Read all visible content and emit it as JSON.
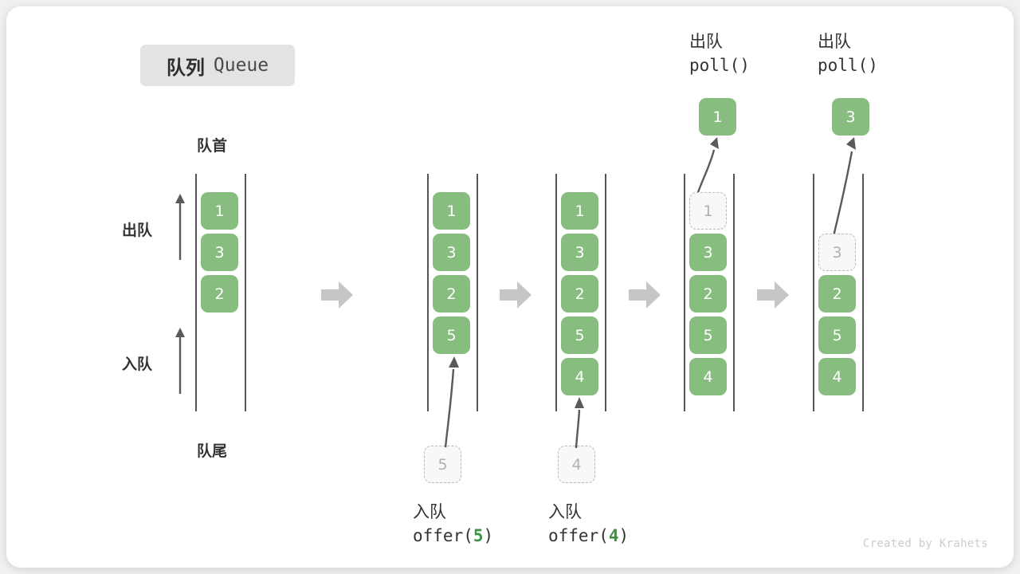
{
  "title": {
    "cn": "队列",
    "en": "Queue"
  },
  "labels": {
    "head": "队首",
    "tail": "队尾",
    "dequeue": "出队",
    "enqueue": "入队",
    "watermark": "Created by Krahets"
  },
  "colors": {
    "item_fill": "#87bd7f",
    "item_text": "#ffffff",
    "ghost_fill": "#f8f8f8",
    "ghost_border": "#b9b9b9",
    "ghost_text": "#b0b0b0",
    "rail": "#555555",
    "step_arrow": "#c6c6c6",
    "curve_arrow": "#5a5a5a",
    "badge_bg": "#e3e3e3",
    "arg_green": "#3f9142",
    "text": "#333333"
  },
  "columns": [
    {
      "id": "initial",
      "slots": [
        {
          "value": "1",
          "state": "filled"
        },
        {
          "value": "3",
          "state": "filled"
        },
        {
          "value": "2",
          "state": "filled"
        }
      ],
      "popped": null,
      "pending": null,
      "operation": null
    },
    {
      "id": "after-offer-5",
      "slots": [
        {
          "value": "1",
          "state": "filled"
        },
        {
          "value": "3",
          "state": "filled"
        },
        {
          "value": "2",
          "state": "filled"
        },
        {
          "value": "5",
          "state": "filled"
        }
      ],
      "popped": null,
      "pending": {
        "value": "5"
      },
      "operation": {
        "cn": "入队",
        "call_prefix": "offer(",
        "arg": "5",
        "call_suffix": ")"
      }
    },
    {
      "id": "after-offer-4",
      "slots": [
        {
          "value": "1",
          "state": "filled"
        },
        {
          "value": "3",
          "state": "filled"
        },
        {
          "value": "2",
          "state": "filled"
        },
        {
          "value": "5",
          "state": "filled"
        },
        {
          "value": "4",
          "state": "filled"
        }
      ],
      "popped": null,
      "pending": {
        "value": "4"
      },
      "operation": {
        "cn": "入队",
        "call_prefix": "offer(",
        "arg": "4",
        "call_suffix": ")"
      }
    },
    {
      "id": "poll-1",
      "slots": [
        {
          "value": "1",
          "state": "ghost"
        },
        {
          "value": "3",
          "state": "filled"
        },
        {
          "value": "2",
          "state": "filled"
        },
        {
          "value": "5",
          "state": "filled"
        },
        {
          "value": "4",
          "state": "filled"
        }
      ],
      "popped": {
        "value": "1"
      },
      "pending": null,
      "operation": {
        "cn": "出队",
        "call_prefix": "poll(",
        "arg": "",
        "call_suffix": ")"
      }
    },
    {
      "id": "poll-3",
      "slots": [
        {
          "value": "3",
          "state": "ghost"
        },
        {
          "value": "2",
          "state": "filled"
        },
        {
          "value": "5",
          "state": "filled"
        },
        {
          "value": "4",
          "state": "filled"
        }
      ],
      "popped": {
        "value": "3"
      },
      "pending": null,
      "operation": {
        "cn": "出队",
        "call_prefix": "poll(",
        "arg": "",
        "call_suffix": ")"
      }
    }
  ]
}
